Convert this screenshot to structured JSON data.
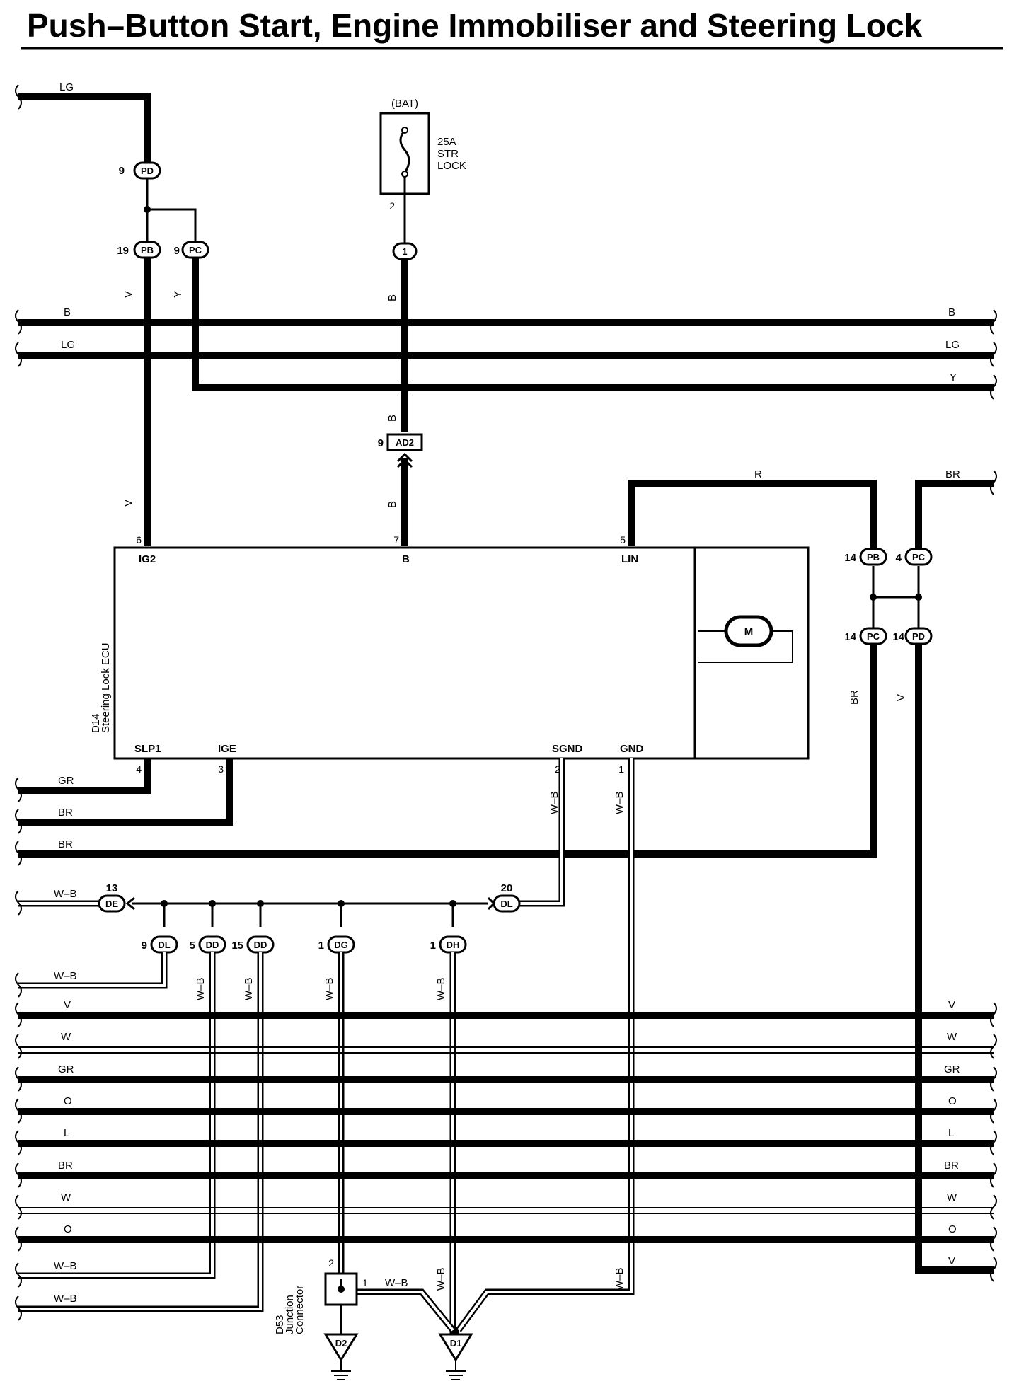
{
  "title": "Push–Button Start, Engine Immobiliser and Steering Lock",
  "fuse": {
    "source": "(BAT)",
    "rating": "25A",
    "name_line1": "STR",
    "name_line2": "LOCK",
    "pin": "2"
  },
  "ecu": {
    "ref": "D14",
    "name": "Steering Lock ECU",
    "motor": "M",
    "pins_top": [
      {
        "num": "6",
        "name": "IG2"
      },
      {
        "num": "7",
        "name": "B"
      },
      {
        "num": "5",
        "name": "LIN"
      }
    ],
    "pins_bottom": [
      {
        "num": "4",
        "name": "SLP1"
      },
      {
        "num": "3",
        "name": "IGE"
      },
      {
        "num": "2",
        "name": "SGND"
      },
      {
        "num": "1",
        "name": "GND"
      }
    ]
  },
  "connectors": {
    "pd_top": {
      "pin": "9",
      "code": "PD"
    },
    "pb_top": {
      "pin": "19",
      "code": "PB"
    },
    "pc_top": {
      "pin": "9",
      "code": "PC"
    },
    "fuse_out": {
      "code": "1"
    },
    "ad2": {
      "pin": "9",
      "code": "AD2"
    },
    "pb_right": {
      "pin": "14",
      "code": "PB"
    },
    "pc_right_top": {
      "pin": "4",
      "code": "PC"
    },
    "pc_right_bot": {
      "pin": "14",
      "code": "PC"
    },
    "pd_right_bot": {
      "pin": "14",
      "code": "PD"
    },
    "de": {
      "pin": "13",
      "code": "DE"
    },
    "dl_right": {
      "pin": "20",
      "code": "DL"
    },
    "dl_left": {
      "pin": "9",
      "code": "DL"
    },
    "dd_1": {
      "pin": "5",
      "code": "DD"
    },
    "dd_2": {
      "pin": "15",
      "code": "DD"
    },
    "dg": {
      "pin": "1",
      "code": "DG"
    },
    "dh": {
      "pin": "1",
      "code": "DH"
    }
  },
  "junction": {
    "ref": "D53",
    "line1": "Junction",
    "line2": "Connector",
    "pin_in": "2",
    "pin_out": "1"
  },
  "grounds": [
    "D2",
    "D1"
  ],
  "wire_labels": {
    "lg_top": "LG",
    "y": "Y",
    "v": "V",
    "b": "B",
    "lg": "LG",
    "r": "R",
    "br": "BR",
    "gr": "GR",
    "wb": "W–B",
    "w": "W",
    "o": "O",
    "l": "L"
  }
}
